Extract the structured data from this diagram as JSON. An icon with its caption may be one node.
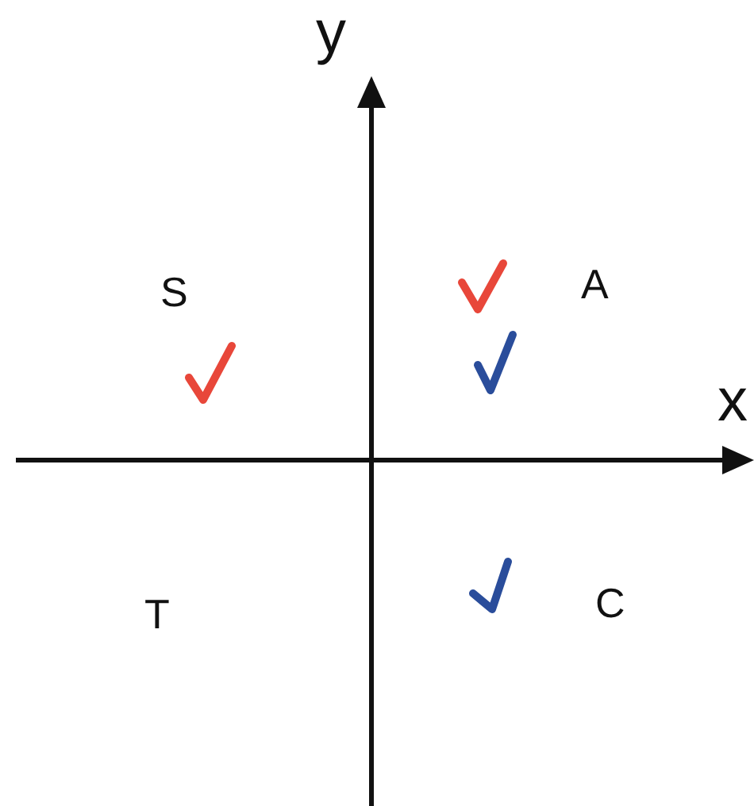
{
  "diagram": {
    "labels": [
      "y",
      "x",
      "S",
      "A",
      "T",
      "C"
    ]
  }
}
